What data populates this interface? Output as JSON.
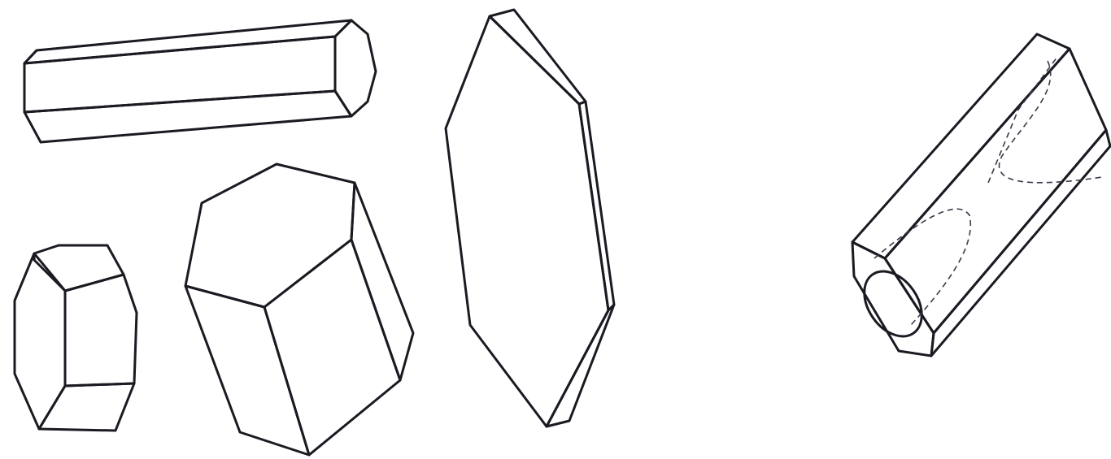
{
  "figure": {
    "background": "#ffffff",
    "colors": {
      "outline": "#1a1a22",
      "face_light": "#ffffff",
      "face_mid": "#e3e6f8",
      "face_tint": "#c9d0f4",
      "face_dark": "#a9b4ee"
    },
    "shapes": [
      {
        "name": "long-hexagonal-prism",
        "description_icon": "hexagonal-prism-icon"
      },
      {
        "name": "short-hexagonal-prism",
        "description_icon": "hexagonal-prism-icon"
      },
      {
        "name": "stubby-hexagonal-prism",
        "description_icon": "hexagonal-prism-icon"
      },
      {
        "name": "tabular-hexagonal-plate",
        "description_icon": "hexagonal-plate-icon"
      },
      {
        "name": "hollow-hexagonal-column",
        "description_icon": "hollow-column-icon"
      }
    ]
  }
}
